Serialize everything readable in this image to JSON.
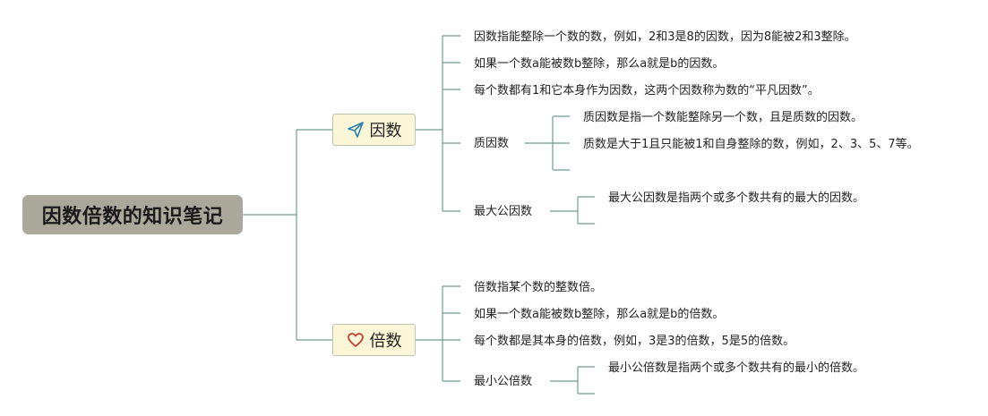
{
  "root": {
    "title": "因数倍数的知识笔记"
  },
  "branches": [
    {
      "label": "因数",
      "icon": "paper-plane-icon",
      "items": [
        {
          "text": "因数指能整除一个数的数，例如，2和3是8的因数，因为8能被2和3整除。"
        },
        {
          "text": "如果一个数a能被数b整除，那么a就是b的因数。"
        },
        {
          "text": "每个数都有1和它本身作为因数，这两个因数称为数的“平凡因数”。"
        },
        {
          "text": "质因数",
          "children": [
            "质因数是指一个数能整除另一个数，且是质数的因数。",
            "质数是大于1且只能被1和自身整除的数，例如，2、3、5、7等。"
          ]
        },
        {
          "text": "最大公因数",
          "children": [
            "最大公因数是指两个或多个数共有的最大的因数。"
          ]
        }
      ]
    },
    {
      "label": "倍数",
      "icon": "heart-icon",
      "items": [
        {
          "text": "倍数指某个数的整数倍。"
        },
        {
          "text": "如果一个数a能被数b整除，那么a就是b的倍数。"
        },
        {
          "text": "每个数都是其本身的倍数，例如，3是3的倍数，5是5的倍数。"
        },
        {
          "text": "最小公倍数",
          "children": [
            "最小公倍数是指两个或多个数共有的最小的倍数。"
          ]
        }
      ]
    }
  ],
  "colors": {
    "line": "#6f9e8e",
    "root_bg": "#a9a89a",
    "branch_bg": "#fcf6d8",
    "branch_border": "#b9c6ad",
    "icon_plane": "#2a7fb0",
    "icon_heart": "#c0392b"
  }
}
